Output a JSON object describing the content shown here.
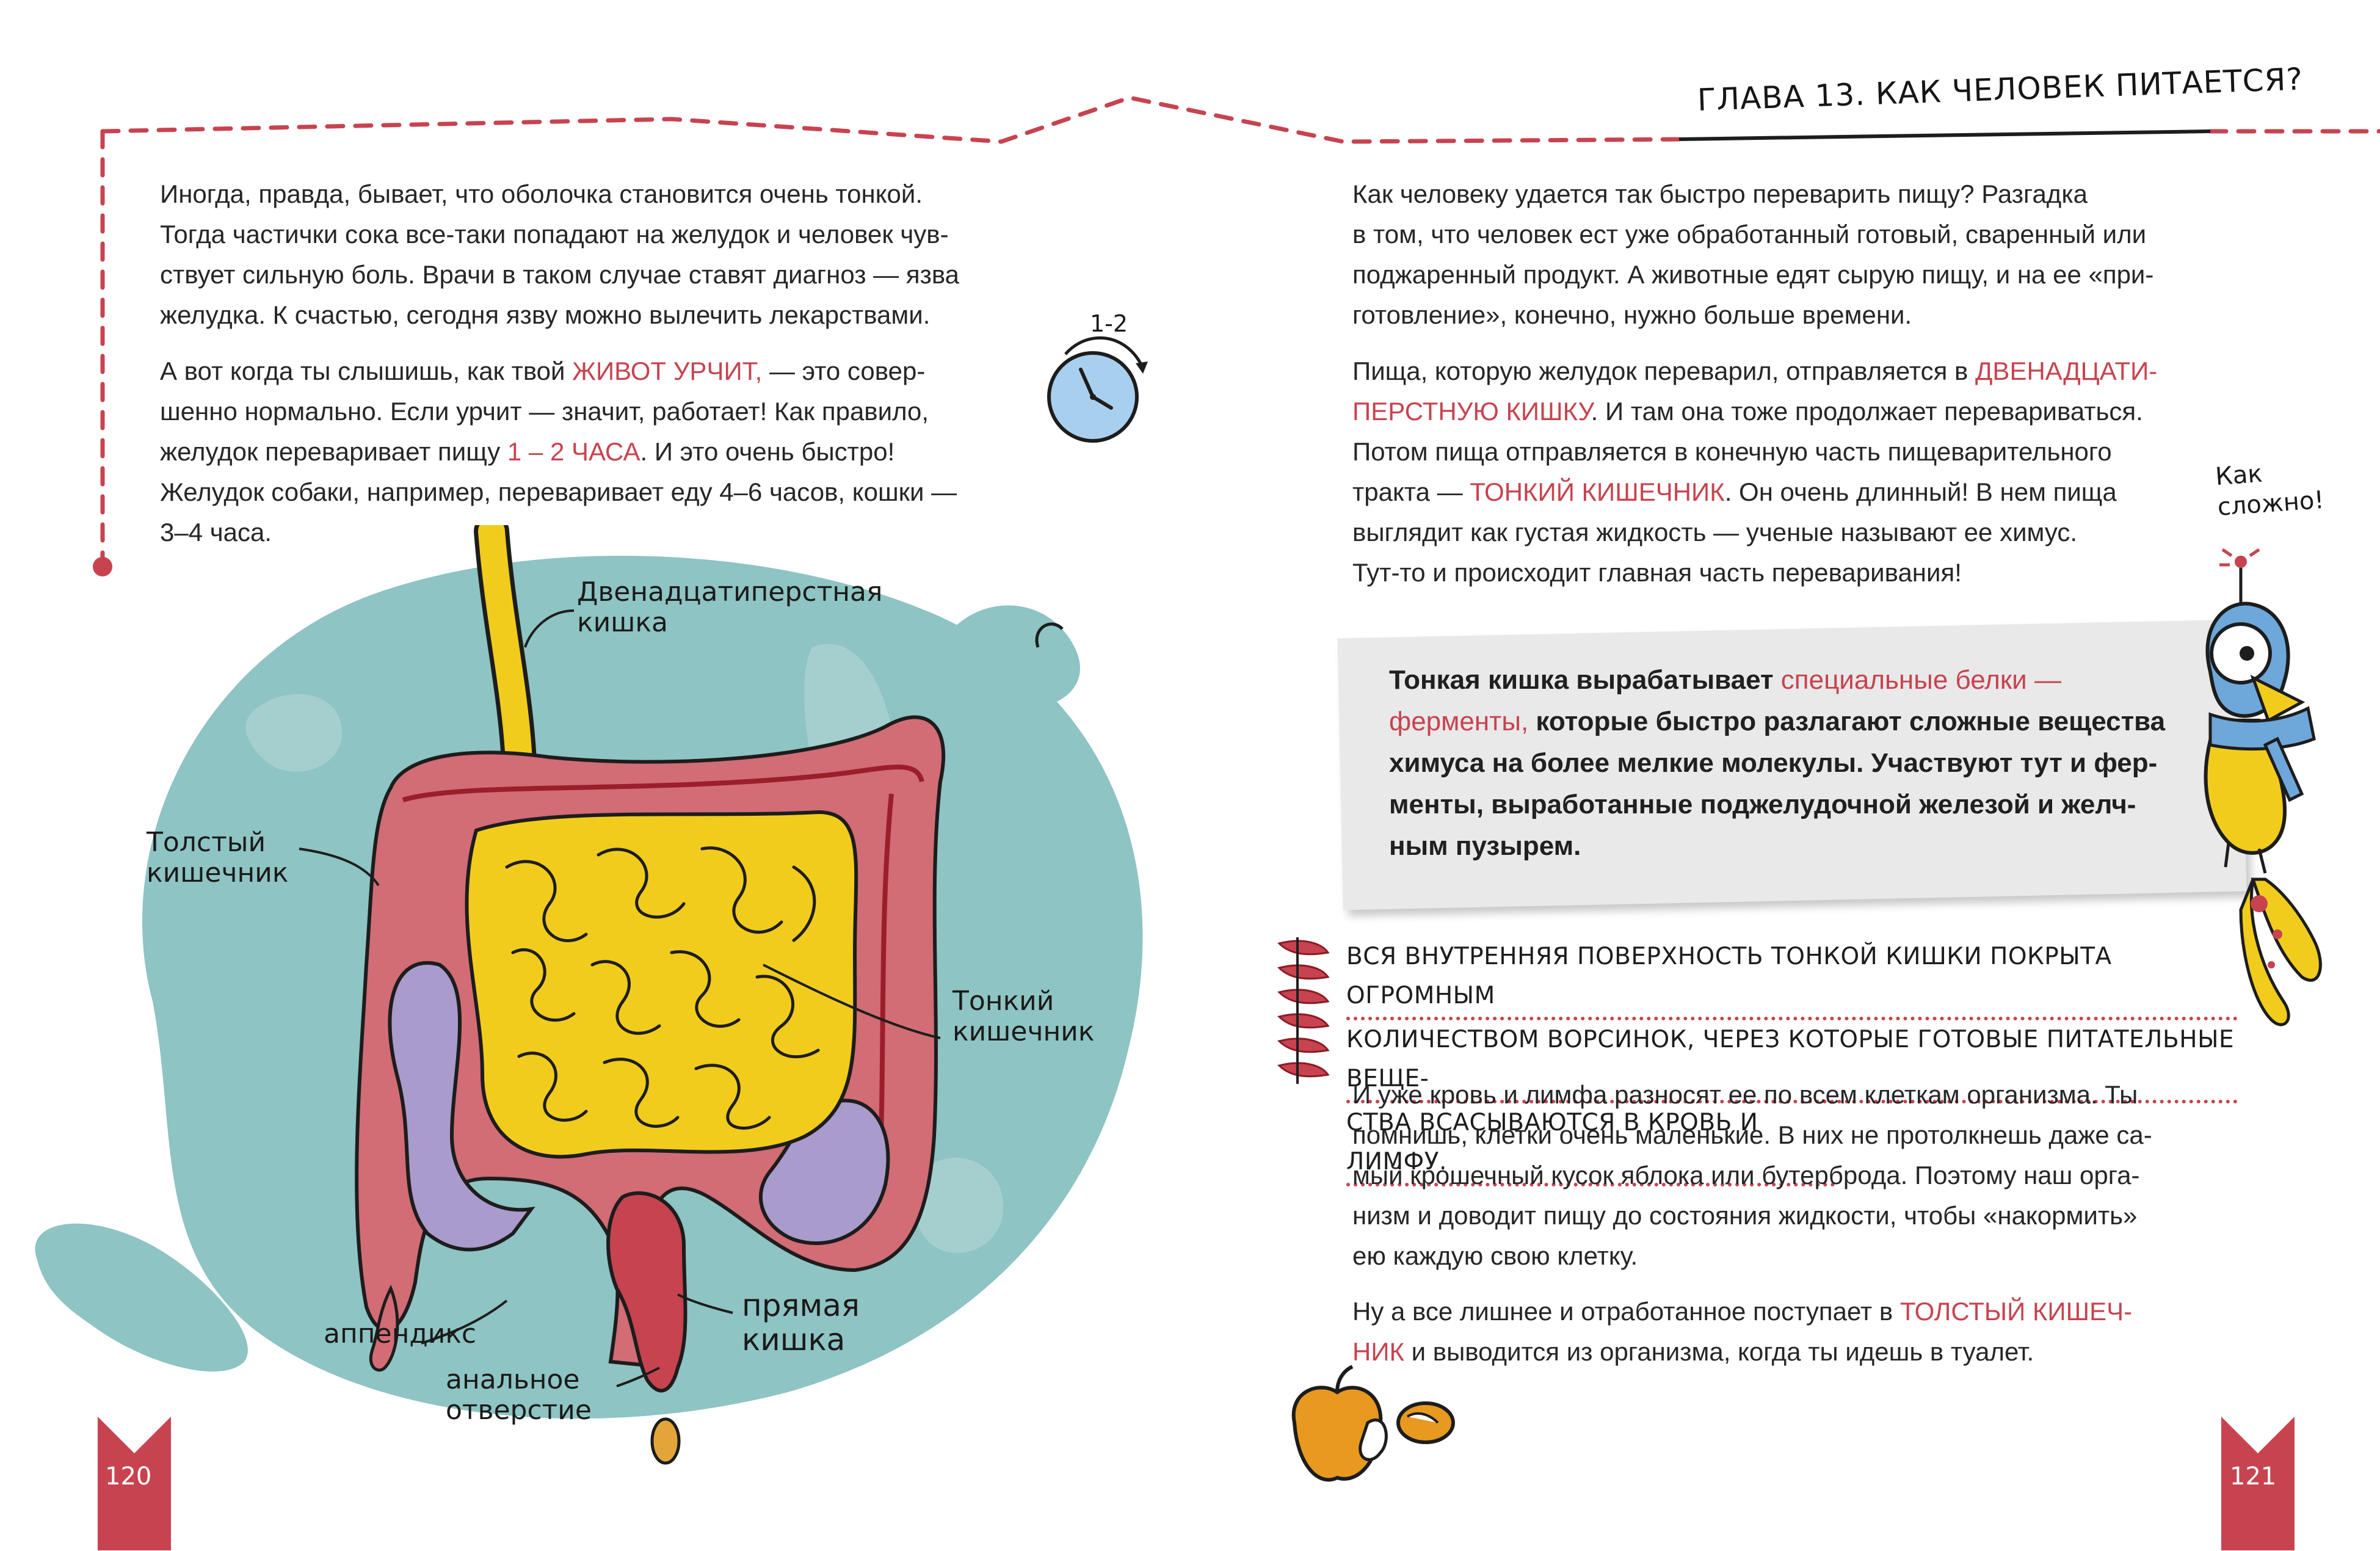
{
  "chapter_title": "ГЛАВА 13. КАК ЧЕЛОВЕК ПИТАЕТСЯ?",
  "left_page": {
    "page_number": "120",
    "para1": [
      "Иногда, правда, бывает, что оболочка становится очень тонкой.",
      "Тогда частички сока все-таки попадают на желудок и человек чув-",
      "ствует сильную боль. Врачи в таком случае ставят диагноз — язва",
      "желудка. К счастью, сегодня язву можно вылечить лекарствами."
    ],
    "para2": {
      "l1_a": "А вот когда ты слышишь, как твой ",
      "l1_hl": "живот урчит,",
      "l1_b": " — это совер-",
      "l2": "шенно нормально. Если урчит — значит, работает! Как правило,",
      "l3_a": "желудок переваривает пищу ",
      "l3_hl": "1 – 2 часа",
      "l3_b": ". И это очень быстро!",
      "l4": "Желудок собаки, например, переваривает еду 4–6 часов, кошки —",
      "l5": "3–4 часа."
    },
    "clock_label": "1-2",
    "diagram_labels": {
      "duodenum_1": "Двенадцатиперстная",
      "duodenum_2": "кишка",
      "large_1": "Толстый",
      "large_2": "кишечник",
      "small_1": "Тонкий",
      "small_2": "кишечник",
      "appendix": "аппендикс",
      "rectum_1": "прямая",
      "rectum_2": "кишка",
      "anus_1": "анальное",
      "anus_2": "отверстие"
    }
  },
  "right_page": {
    "page_number": "121",
    "para1": [
      "Как человеку удается так быстро переварить пищу? Разгадка",
      "в том, что человек ест уже обработанный готовый, сваренный или",
      "поджаренный продукт. А животные едят сырую пищу, и на ее «при-",
      "готовление», конечно, нужно больше времени."
    ],
    "para2": {
      "l1_a": "Пища, которую желудок переварил, отправляется в ",
      "l1_hl": "двенадцати-",
      "l2_hl": "перстную кишку",
      "l2_b": ". И там она тоже продолжает перевариваться.",
      "l3": "Потом пища отправляется в конечную часть пищеварительного",
      "l4_a": "тракта — ",
      "l4_hl": "тонкий кишечник",
      "l4_b": ". Он очень длинный! В нем пища",
      "l5": "выглядит как густая жидкость — ученые называют ее химус.",
      "l6": "Тут-то и происходит главная часть переваривания!"
    },
    "speech": [
      "Как",
      "сложно!"
    ],
    "note": {
      "l1_a": "Тонкая кишка вырабатывает ",
      "l1_hl": "специальные белки —",
      "l2_hl": "ферменты,",
      "l2_b": " которые быстро разлагают сложные вещества",
      "l3": "химуса на более мелкие молекулы. Участвуют тут и фер-",
      "l4": "менты, выработанные поджелудочной железой и желч-",
      "l5": "ным пузырем."
    },
    "fact": [
      "Вся внутренняя поверхность тонкой кишки покрыта огромным",
      "количеством ворсинок, через которые готовые питательные веще-",
      "ства всасываются в кровь и лимфу."
    ],
    "para3": [
      "И уже кровь и лимфа разносят ее по всем клеткам организма. Ты",
      "помнишь, клетки очень маленькие. В них не протолкнешь даже са-",
      "мый крошечный кусок яблока или бутерброда. Поэтому наш орга-",
      "низм и доводит пищу до состояния жидкости, чтобы «накормить»",
      "ею каждую свою клетку."
    ],
    "para4": {
      "l1_a": "Ну а все лишнее и отработанное поступает в ",
      "l1_hl": "толстый кишеч-",
      "l2_hl": "ник",
      "l2_b": " и выводится из организма, когда ты идешь в туалет."
    }
  },
  "colors": {
    "accent_red": "#c7434f",
    "teal": "#8ec4c3",
    "colon_pink": "#d26c75",
    "small_yellow": "#f1cc1c",
    "purple": "#a99bcc",
    "note_gray": "#e9e9e9"
  }
}
